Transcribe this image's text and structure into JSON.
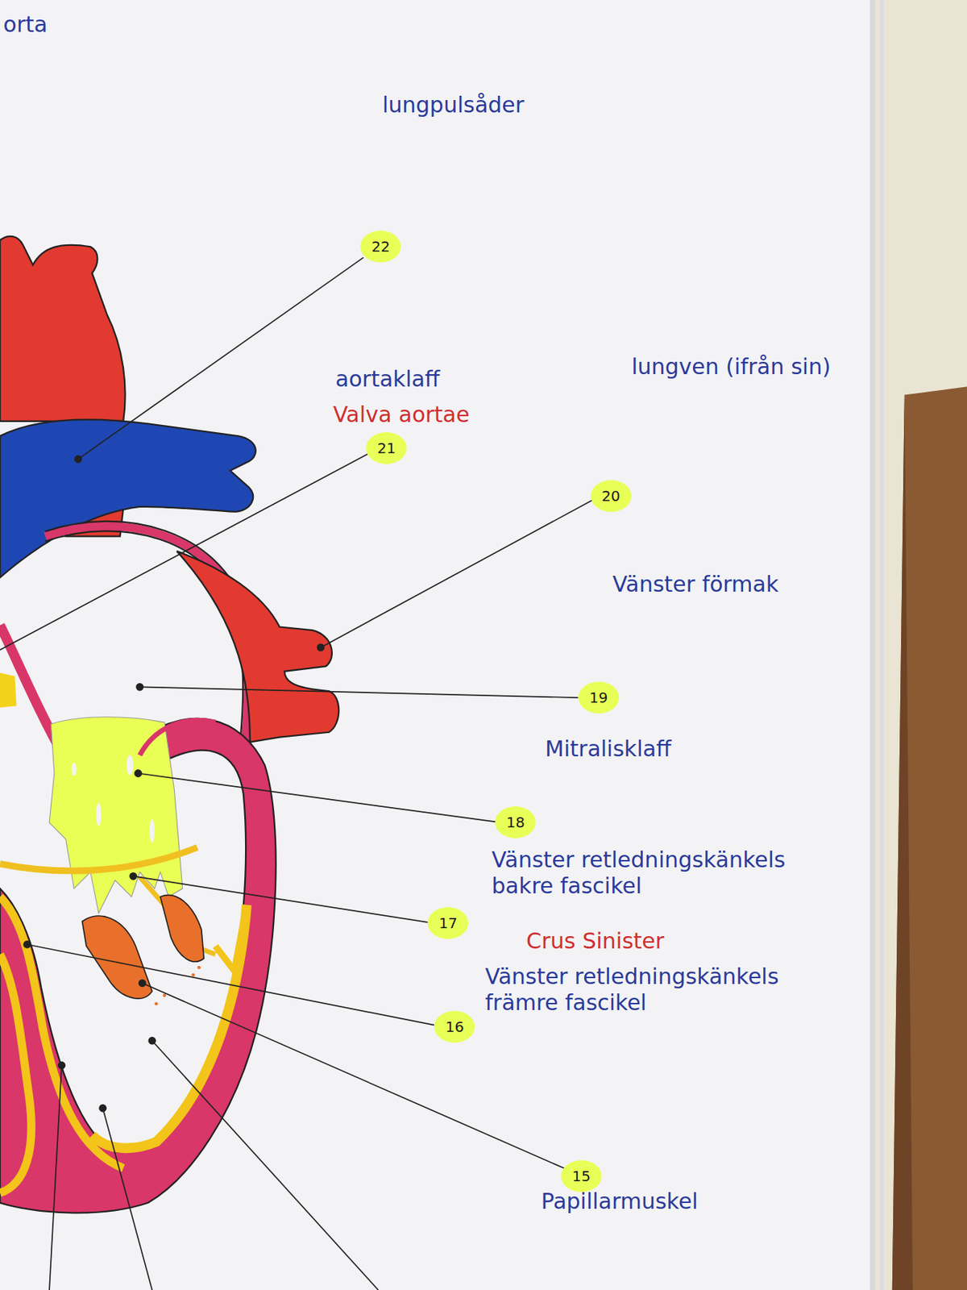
{
  "diagram": {
    "labels": [
      "orta",
      "lungpulsåder",
      "22",
      "aortaklaff",
      "Valva aortae",
      "lungven (ifrån sin)",
      "21",
      "20",
      "Vänster förmak",
      "19",
      "Mitralisklaff",
      "18",
      "Vänster retledningskänkels bakre fascikel",
      "17",
      "Crus Sinister",
      "Vänster retledningskänkels främre fascikel",
      "16",
      "15",
      "Papillarmuskel"
    ]
  }
}
